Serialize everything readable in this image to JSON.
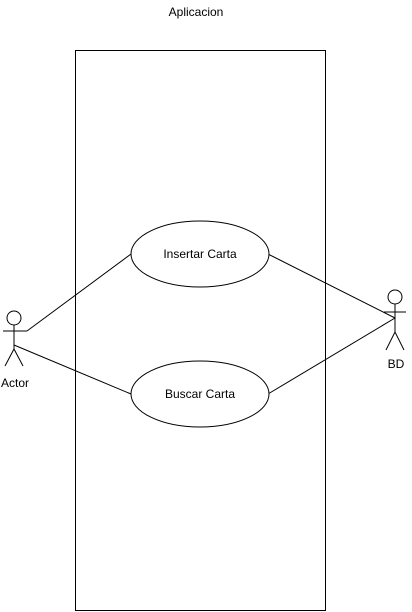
{
  "diagram": {
    "type": "use-case",
    "system": {
      "title": "Aplicacion"
    },
    "actors": [
      {
        "id": "actor",
        "label": "Actor"
      },
      {
        "id": "bd",
        "label": "BD"
      }
    ],
    "use_cases": [
      {
        "id": "insertar",
        "label": "Insertar Carta"
      },
      {
        "id": "buscar",
        "label": "Buscar Carta"
      }
    ],
    "associations": [
      {
        "from": "actor",
        "to": "insertar"
      },
      {
        "from": "actor",
        "to": "buscar"
      },
      {
        "from": "insertar",
        "to": "bd"
      },
      {
        "from": "buscar",
        "to": "bd"
      }
    ],
    "colors": {
      "stroke": "#000000",
      "fill": "#ffffff",
      "text": "#000000"
    }
  }
}
